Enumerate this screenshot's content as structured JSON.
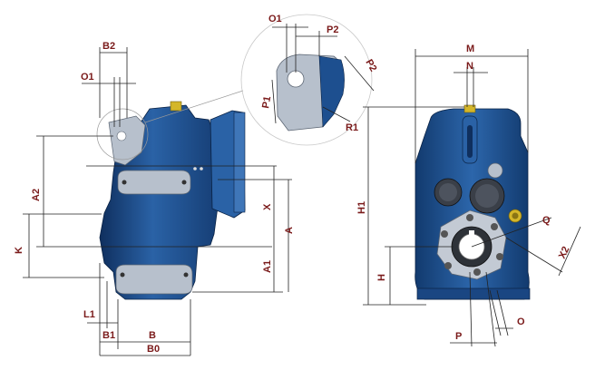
{
  "colors": {
    "housing": "#1d4f8f",
    "housing_dark": "#0f2f5e",
    "housing_light": "#3f76b8",
    "plate": "#b7c0cc",
    "dimension_text": "#7a1a1a",
    "line": "#222222",
    "vent": "#d4b62a"
  },
  "labels": {
    "side_view": {
      "B2": "B2",
      "O1": "O1",
      "A2": "A2",
      "K": "K",
      "X": "X",
      "A": "A",
      "A1": "A1",
      "L1": "L1",
      "B1": "B1",
      "B": "B",
      "B0": "B0"
    },
    "detail_view": {
      "O1": "O1",
      "P2_top": "P2",
      "P2_side": "P2",
      "P1": "P1",
      "R1": "R1"
    },
    "front_view": {
      "M": "M",
      "N": "N",
      "H1": "H1",
      "H": "H",
      "Q": "Q",
      "X2": "X2",
      "P": "P",
      "O": "O"
    }
  }
}
